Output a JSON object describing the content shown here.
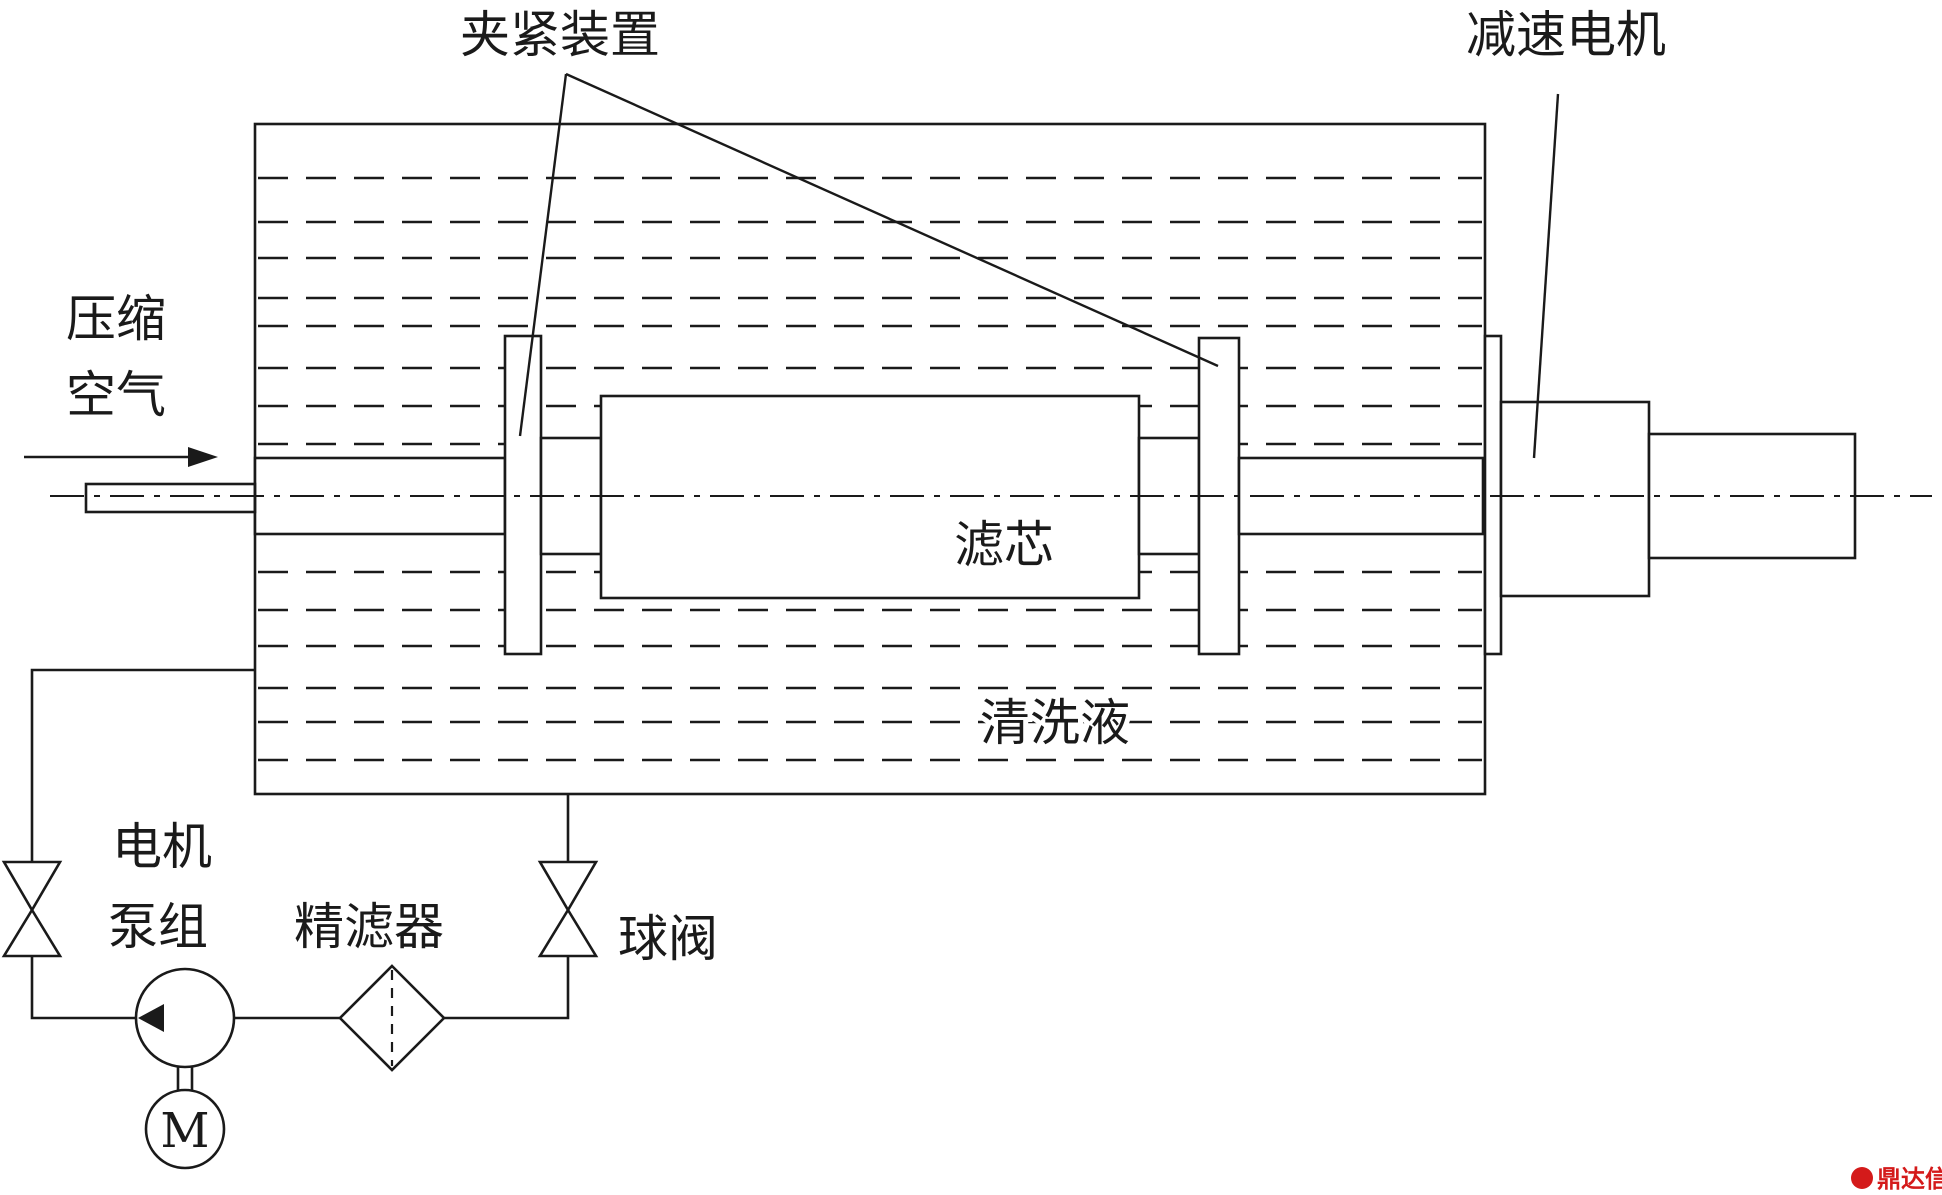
{
  "labels": {
    "clamping_device": "夹紧装置",
    "gear_motor": "减速电机",
    "compressed_air_line1": "压缩",
    "compressed_air_line2": "空气",
    "filter_element": "滤芯",
    "cleaning_fluid": "清洗液",
    "motor_pump_line1": "电机",
    "motor_pump_line2": "泵组",
    "fine_filter": "精滤器",
    "ball_valve": "球阀",
    "motor_symbol": "M"
  },
  "watermark": {
    "text": "鼎达信",
    "color": "#d41a1a"
  }
}
